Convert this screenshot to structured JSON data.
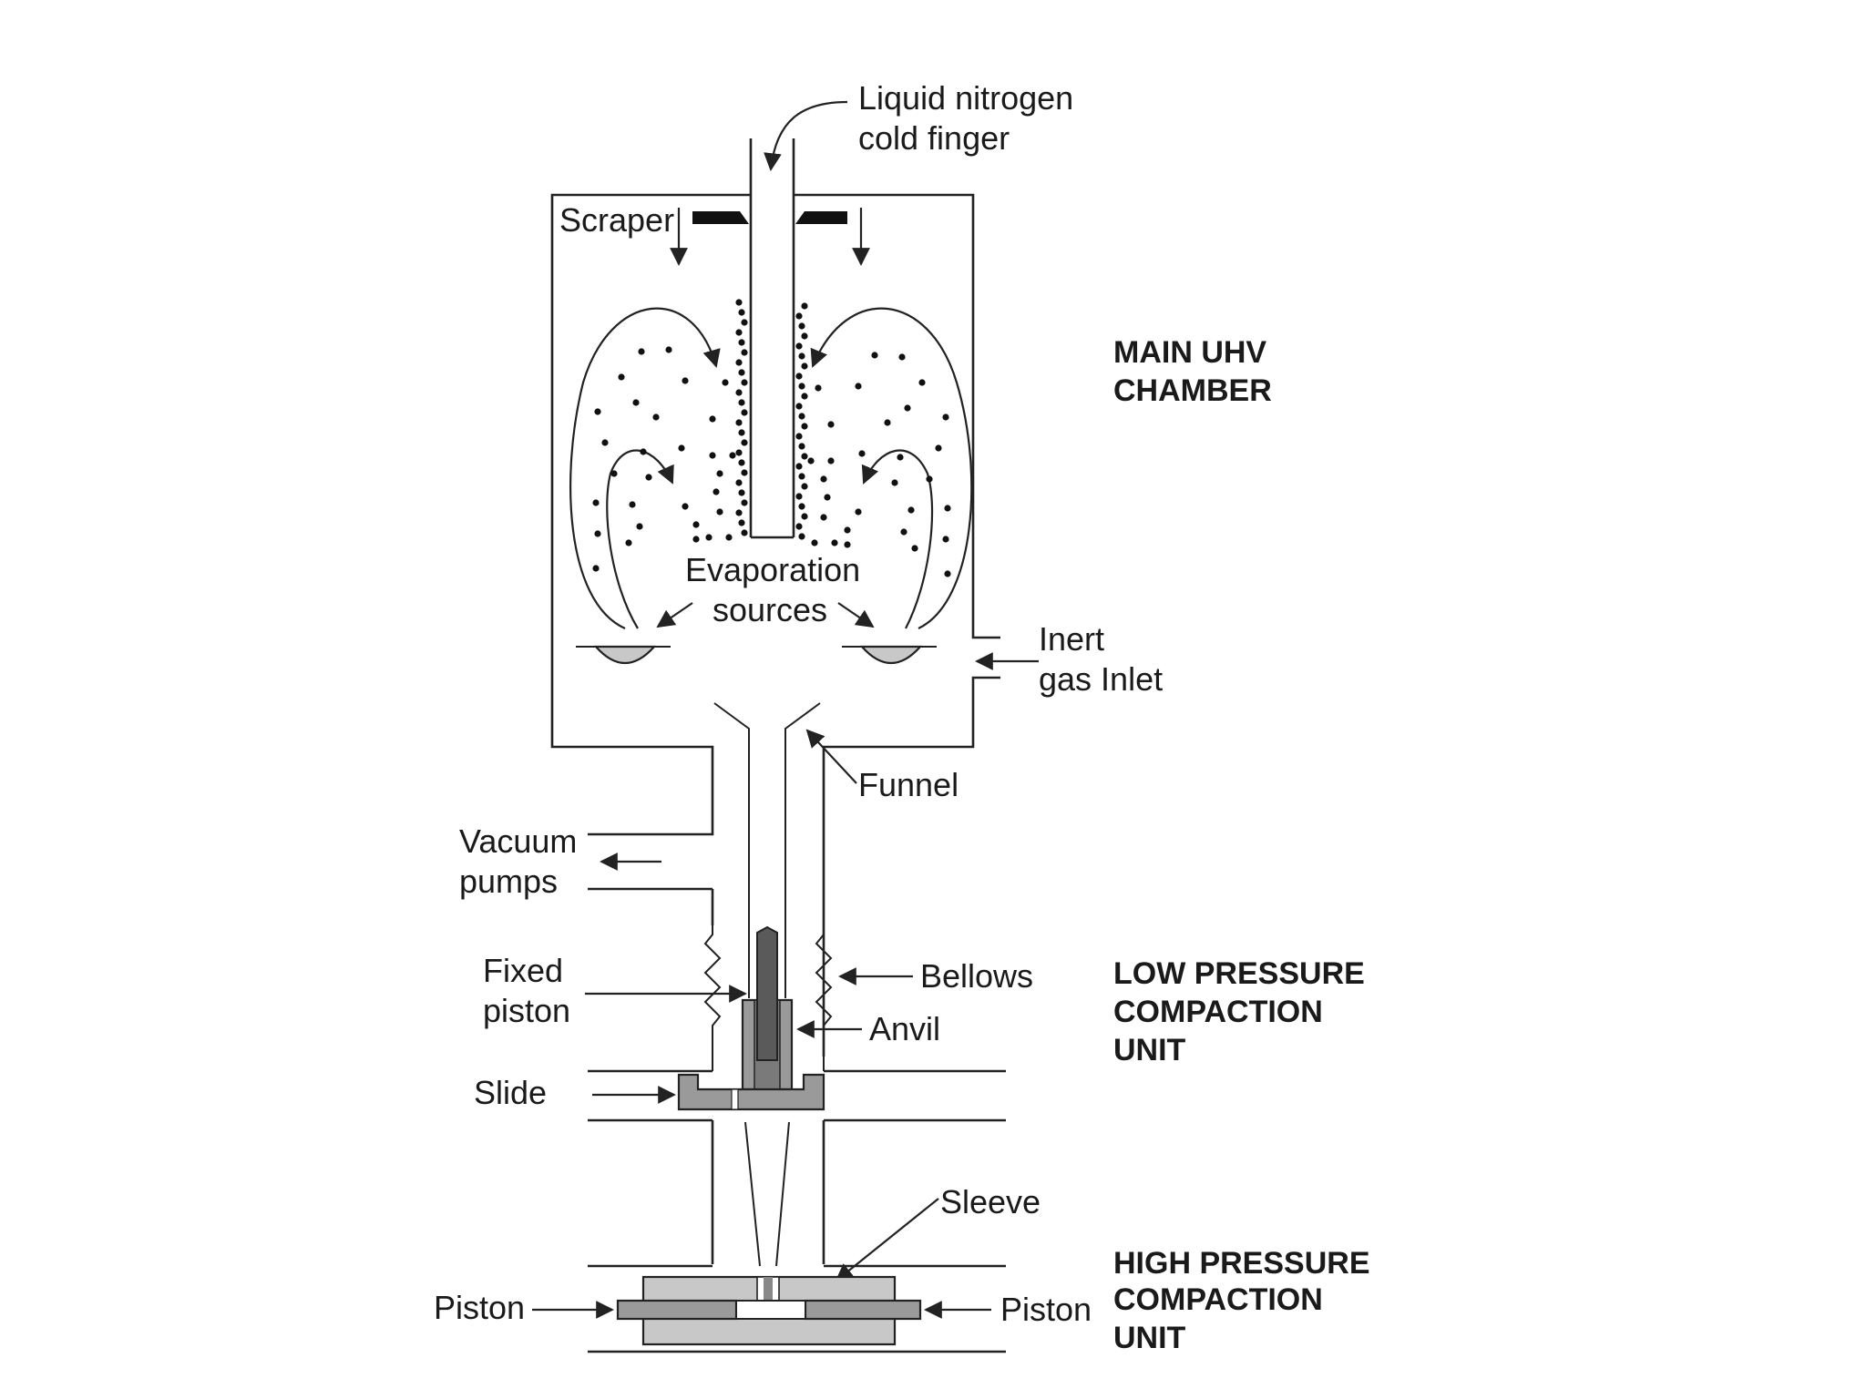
{
  "labels": {
    "cold_finger": [
      "Liquid nitrogen",
      "cold finger"
    ],
    "scraper": "Scraper",
    "evaporation": [
      "Evaporation",
      "sources"
    ],
    "inert_gas": [
      "Inert",
      "gas Inlet"
    ],
    "funnel": "Funnel",
    "vacuum": [
      "Vacuum",
      "pumps"
    ],
    "fixed_piston": [
      "Fixed",
      "piston"
    ],
    "bellows": "Bellows",
    "anvil": "Anvil",
    "slide": "Slide",
    "sleeve": "Sleeve",
    "piston_left": "Piston",
    "piston_right": "Piston"
  },
  "sections": {
    "main": [
      "MAIN UHV",
      "CHAMBER"
    ],
    "low": [
      "LOW PRESSURE",
      "COMPACTION",
      "UNIT"
    ],
    "high": [
      "HIGH PRESSURE",
      "COMPACTION",
      "UNIT"
    ]
  },
  "colors": {
    "line": "#222222",
    "part_dark": "#9a9a9a",
    "part_light": "#c8c8c8"
  }
}
